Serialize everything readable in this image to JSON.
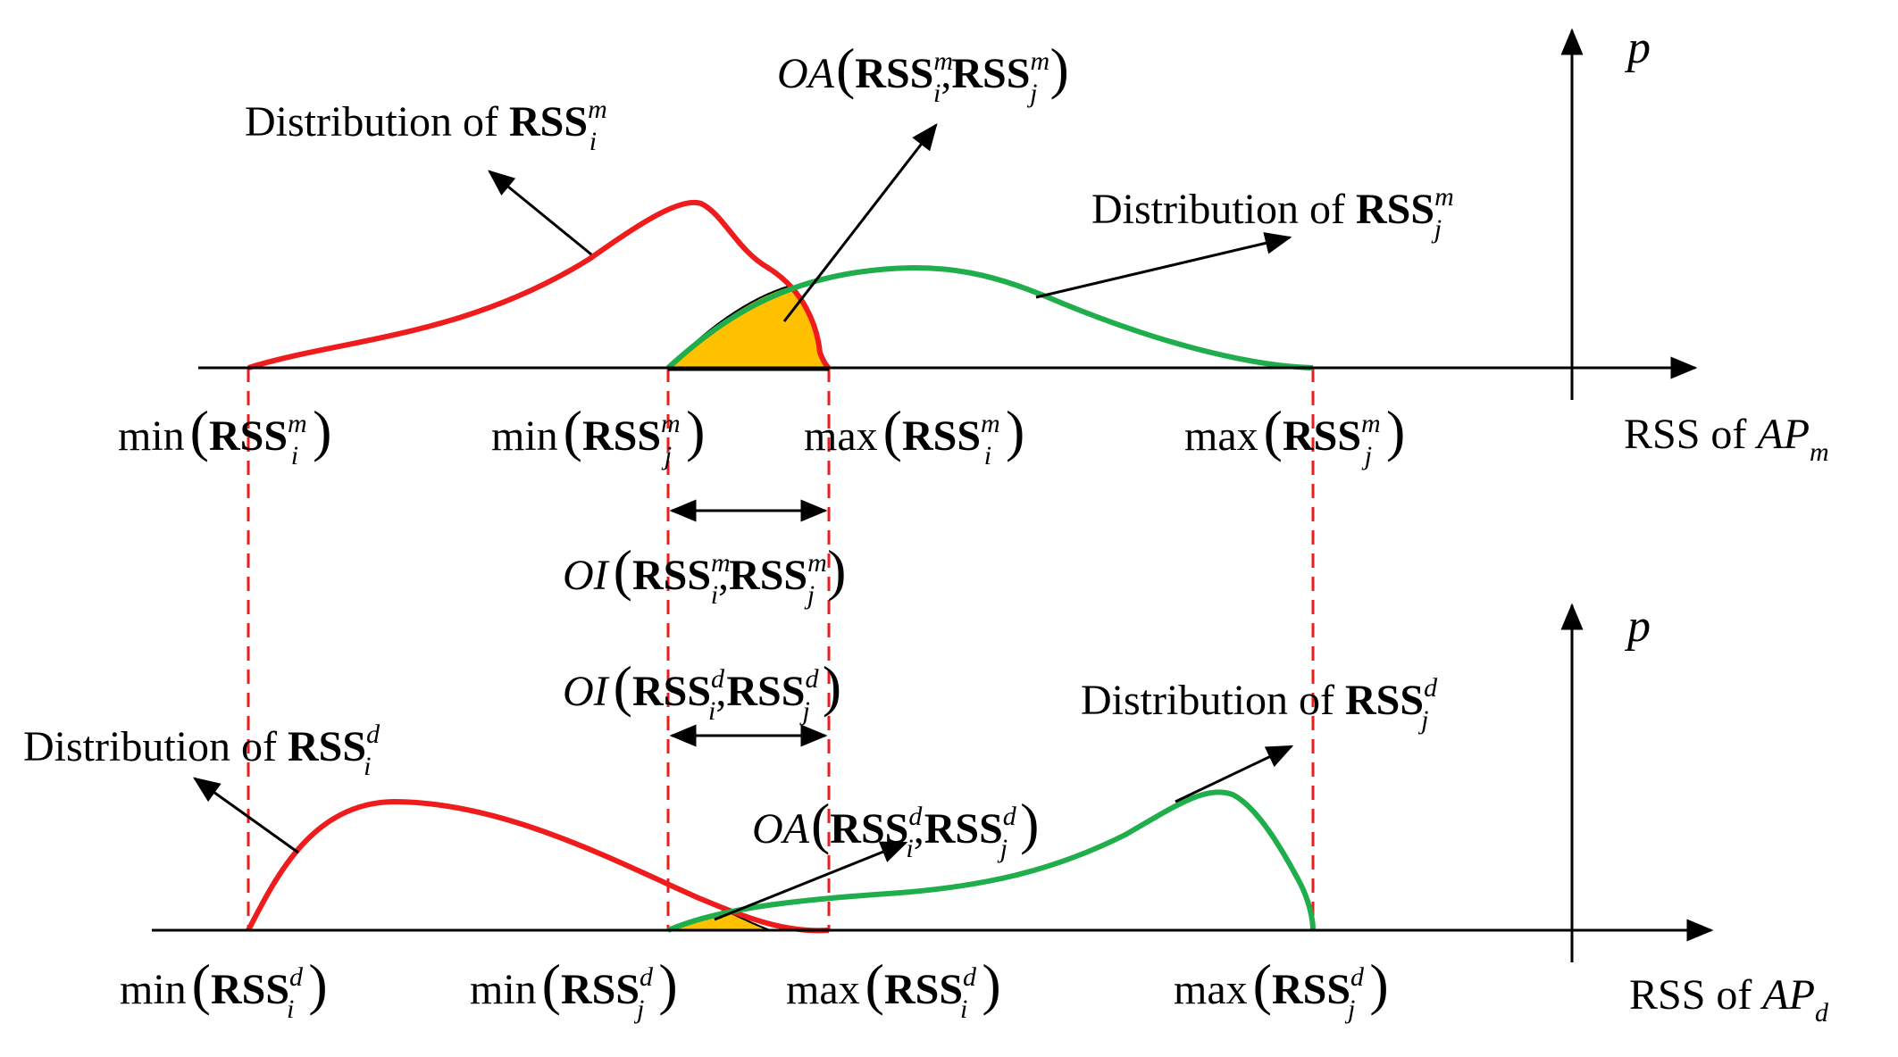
{
  "colors": {
    "red_curve": "#ee1c1c",
    "green_curve": "#1fae4b",
    "overlap_fill": "#ffc000",
    "axis": "#000000",
    "dashed": "#ee1c1c"
  },
  "top": {
    "axis_label_prefix": "RSS of ",
    "axis_label_ap": "AP",
    "axis_label_sub": "m",
    "p_label": "p",
    "dist_i": {
      "prefix": "Distribution of ",
      "sym": "RSS",
      "sup": "m",
      "sub": "i"
    },
    "dist_j": {
      "prefix": "Distribution of ",
      "sym": "RSS",
      "sup": "m",
      "sub": "j"
    },
    "oa": {
      "fn": "OA",
      "sym": "RSS",
      "sup": "m",
      "sub1": "i",
      "sub2": "j"
    },
    "oi": {
      "fn": "OI",
      "sym": "RSS",
      "sup": "m",
      "sub1": "i",
      "sub2": "j"
    },
    "ticks": [
      {
        "fn": "min",
        "sym": "RSS",
        "sup": "m",
        "sub": "i"
      },
      {
        "fn": "min",
        "sym": "RSS",
        "sup": "m",
        "sub": "j"
      },
      {
        "fn": "max",
        "sym": "RSS",
        "sup": "m",
        "sub": "i"
      },
      {
        "fn": "max",
        "sym": "RSS",
        "sup": "m",
        "sub": "j"
      }
    ]
  },
  "bottom": {
    "axis_label_prefix": "RSS of ",
    "axis_label_ap": "AP",
    "axis_label_sub": "d",
    "p_label": "p",
    "dist_i": {
      "prefix": "Distribution of ",
      "sym": "RSS",
      "sup": "d",
      "sub": "i"
    },
    "dist_j": {
      "prefix": "Distribution of ",
      "sym": "RSS",
      "sup": "d",
      "sub": "j"
    },
    "oa": {
      "fn": "OA",
      "sym": "RSS",
      "sup": "d",
      "sub1": "i",
      "sub2": "j"
    },
    "oi": {
      "fn": "OI",
      "sym": "RSS",
      "sup": "d",
      "sub1": "i",
      "sub2": "j"
    },
    "ticks": [
      {
        "fn": "min",
        "sym": "RSS",
        "sup": "d",
        "sub": "i"
      },
      {
        "fn": "min",
        "sym": "RSS",
        "sup": "d",
        "sub": "j"
      },
      {
        "fn": "max",
        "sym": "RSS",
        "sup": "d",
        "sub": "i"
      },
      {
        "fn": "max",
        "sym": "RSS",
        "sup": "d",
        "sub": "j"
      }
    ]
  }
}
